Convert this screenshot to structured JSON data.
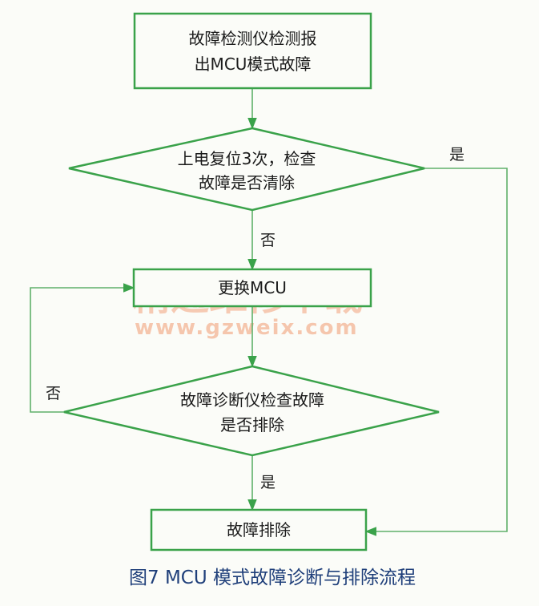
{
  "nodes": {
    "start": {
      "line1": "故障检测仪检测报",
      "line2": "出MCU模式故障"
    },
    "reset_check": {
      "line1": "上电复位3次，检查",
      "line2": "故障是否清除"
    },
    "replace_mcu": {
      "line1": "更换MCU"
    },
    "diag_check": {
      "line1": "故障诊断仪检查故障",
      "line2": "是否排除"
    },
    "resolved": {
      "line1": "故障排除"
    }
  },
  "edges": {
    "reset_yes": "是",
    "reset_no": "否",
    "diag_no": "否",
    "diag_yes": "是"
  },
  "caption": "图7   MCU 模式故障诊断与排除流程",
  "watermark": {
    "text": "精通维修下载",
    "url": "www.gzweix.com"
  },
  "colors": {
    "stroke": "#3aa24a",
    "caption": "#1f3f7a",
    "watermark": "#f2a37c"
  }
}
